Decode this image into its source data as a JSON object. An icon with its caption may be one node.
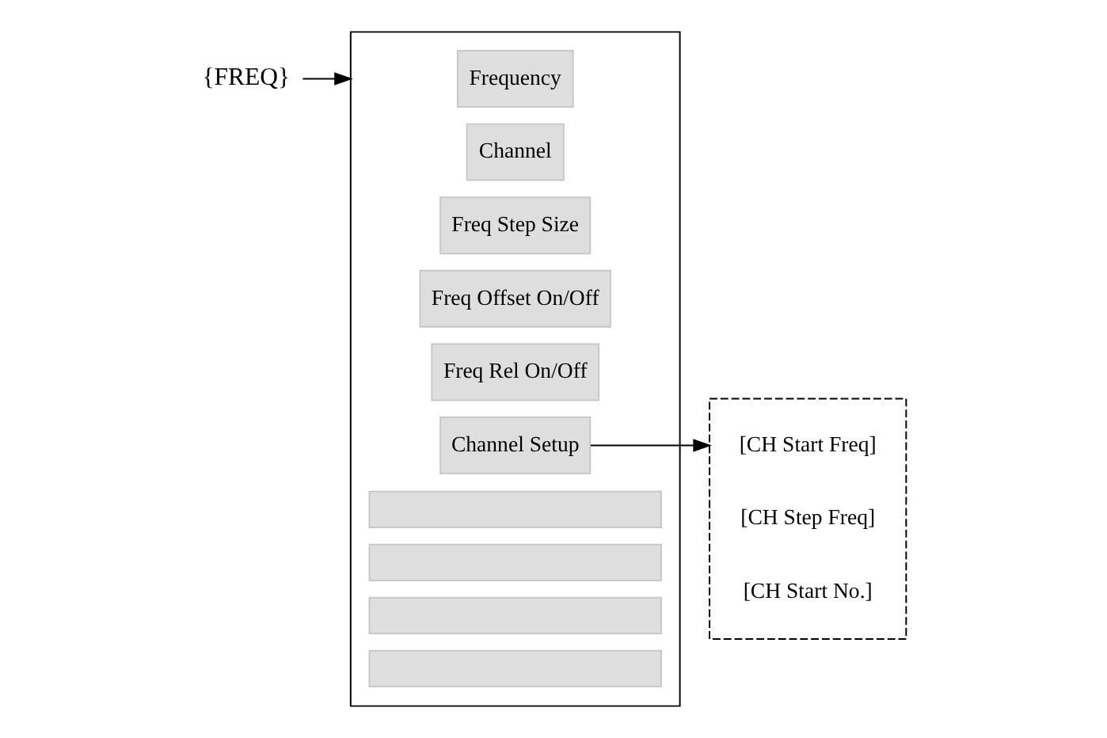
{
  "diagram": {
    "nodes": [
      {
        "text": [
          "{FREQ}"
        ]
      },
      {
        "text": [],
        "shape": "box"
      },
      {
        "text": [
          "Frequency"
        ],
        "in": 1
      },
      {
        "text": [
          "Channel"
        ],
        "in": 1
      },
      {
        "text": [
          "Freq Step Size"
        ],
        "in": 1
      },
      {
        "text": [
          "Freq Offset On/Off"
        ],
        "in": 1
      },
      {
        "text": [
          "Freq Rel On/Off"
        ],
        "in": 1
      },
      {
        "text": [
          "Channel Setup"
        ],
        "in": 1
      },
      {
        "text": [],
        "shape": "bar",
        "in": 1
      },
      {
        "text": [],
        "shape": "bar",
        "in": 1
      },
      {
        "text": [],
        "shape": "bar",
        "in": 1
      },
      {
        "text": [],
        "shape": "bar",
        "in": 1
      },
      {
        "text": [],
        "shape": "box"
      },
      {
        "text": [
          "[CH Start Freq]"
        ],
        "in": 12
      },
      {
        "text": [
          "[CH Step Freq]"
        ],
        "in": 12
      },
      {
        "text": [
          "[CH Start No.]"
        ],
        "in": 12
      }
    ],
    "edges": [
      {
        "from": 0,
        "to": 1,
        "arrow": "to"
      },
      {
        "from": 7,
        "to": 12,
        "arrow": "to"
      }
    ]
  }
}
